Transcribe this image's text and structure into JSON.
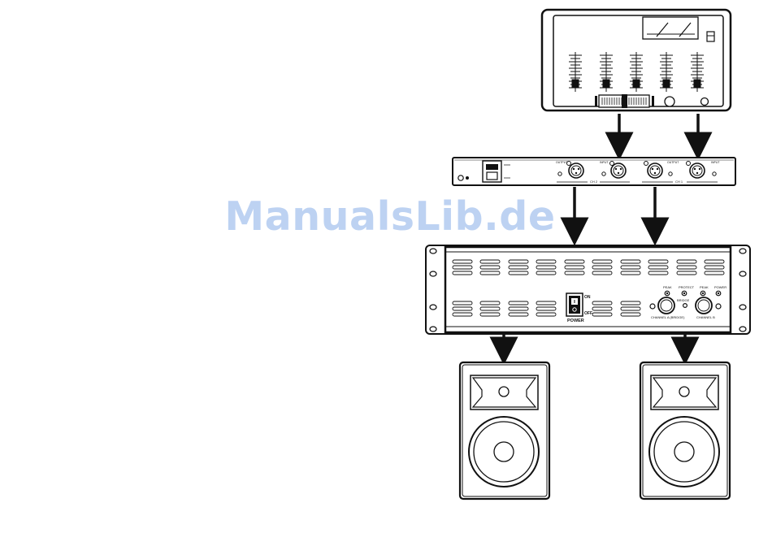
{
  "watermark": "ManualsLib.de",
  "crossover": {
    "left_group": {
      "out_label": "OUTPUT",
      "in_label": "INPUT",
      "channel": "CH 2"
    },
    "right_group": {
      "out_label": "OUTPUT",
      "in_label": "INPUT",
      "channel": "CH 1"
    }
  },
  "amplifier": {
    "switch_on": "ON",
    "switch_off": "OFF",
    "power_label": "POWER",
    "indicators": [
      "PEAK",
      "PROTECT",
      "PEAK",
      "POWER"
    ],
    "bridge_label": "BRIDGE",
    "channel_a_label": "CHANNEL A (BRIDGE)",
    "channel_b_label": "CHANNEL B"
  },
  "colors": {
    "line": "#111111",
    "watermark": "#a8c4ee",
    "background": "#ffffff"
  }
}
